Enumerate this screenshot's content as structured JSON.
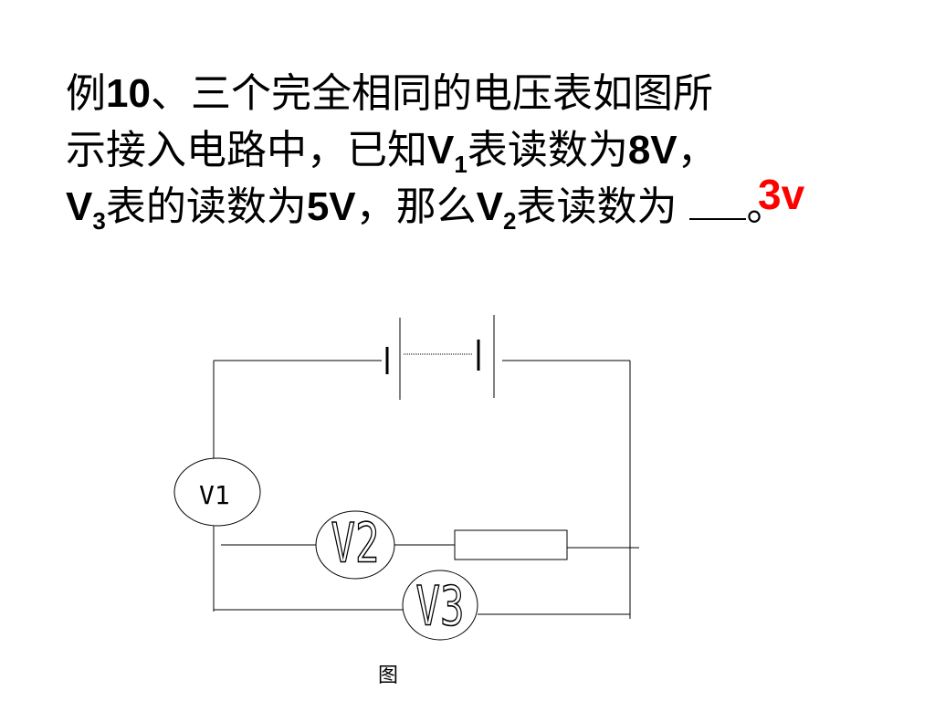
{
  "question": {
    "line1_prefix": "例",
    "line1_num": "10",
    "line1_rest": "、三个完全相同的电压表如图所",
    "line2_prefix": "示接入电路中，已知",
    "line2_v": "V",
    "line2_sub": "1",
    "line2_mid": "表读数为",
    "line2_val": "8V",
    "line2_end": "，",
    "line3_v3": "V",
    "line3_sub3": "3",
    "line3_mid1": "表的读数为",
    "line3_val": "5V",
    "line3_mid2": "，那么",
    "line3_v2": "V",
    "line3_sub2": "2",
    "line3_mid3": "表读数为",
    "line3_end": "。"
  },
  "answer": "3v",
  "circuit": {
    "meter_v1": "V1",
    "meter_v2": "V2",
    "meter_v3": "V3"
  },
  "caption": "图"
}
